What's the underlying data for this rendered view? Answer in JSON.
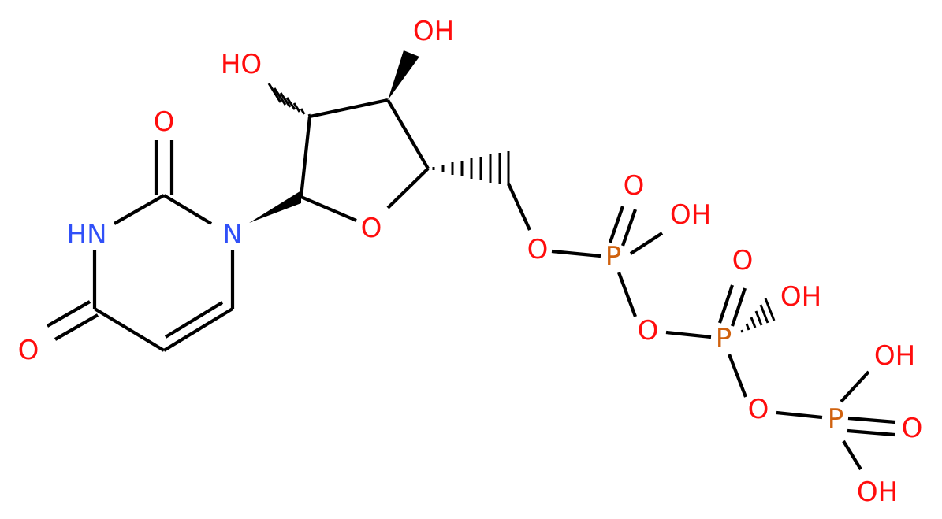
{
  "colors": {
    "carbon_bond": "#000000",
    "oxygen": "#ff0d0d",
    "nitrogen": "#3050f8",
    "phosphorus": "#d0620f"
  },
  "labels": {
    "o_c2": "O",
    "nh": "HN",
    "o_c4": "O",
    "n1": "N",
    "o_ring": "O",
    "oh_c2p": "HO",
    "oh_c3p": "OH",
    "o5p": "O",
    "pa": "P",
    "pa_o_double": "O",
    "pa_oh": "OH",
    "o_bridge1": "O",
    "pb": "P",
    "pb_o_double": "O",
    "pb_oh": "OH",
    "o_bridge2": "O",
    "pg": "P",
    "pg_oh_top": "OH",
    "pg_o_double": "O",
    "pg_oh_bottom": "OH"
  }
}
